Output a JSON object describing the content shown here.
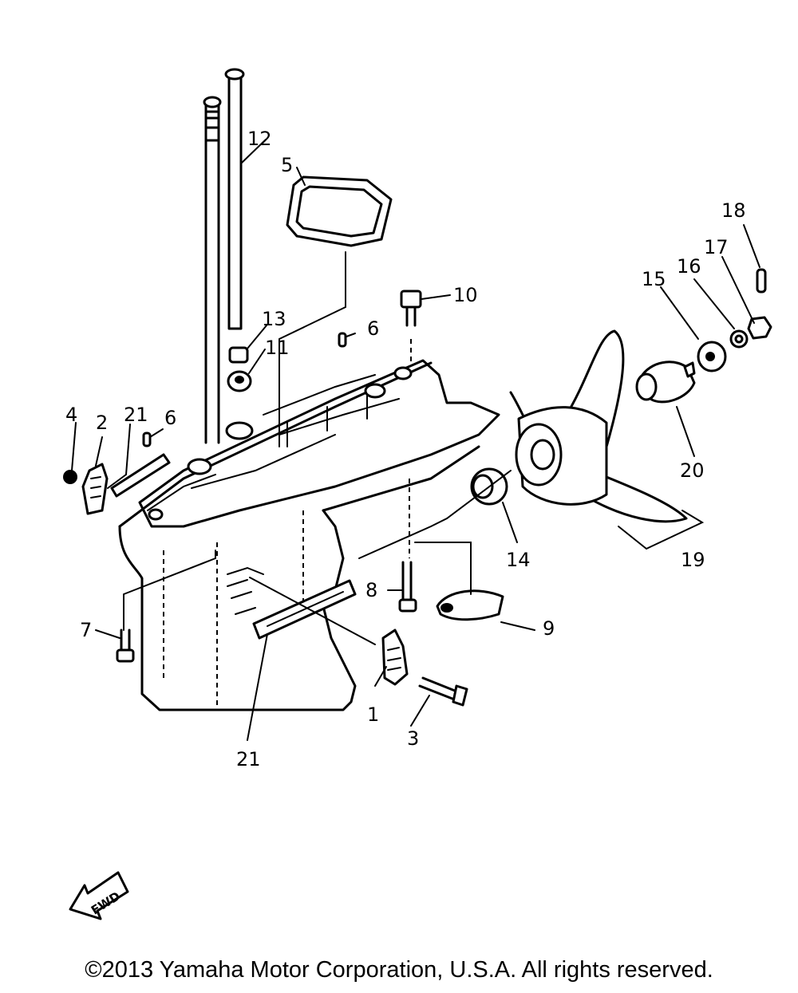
{
  "callouts": {
    "c1": "1",
    "c2": "2",
    "c3": "3",
    "c4": "4",
    "c5": "5",
    "c6a": "6",
    "c6b": "6",
    "c7": "7",
    "c8": "8",
    "c9": "9",
    "c10": "10",
    "c11": "11",
    "c12": "12",
    "c13": "13",
    "c14": "14",
    "c15": "15",
    "c16": "16",
    "c17": "17",
    "c18": "18",
    "c19": "19",
    "c20": "20",
    "c21a": "21",
    "c21b": "21"
  },
  "direction_arrow": {
    "label": "FWD"
  },
  "footer": {
    "copyright": "©2013 Yamaha Motor Corporation, U.S.A. All rights reserved."
  }
}
